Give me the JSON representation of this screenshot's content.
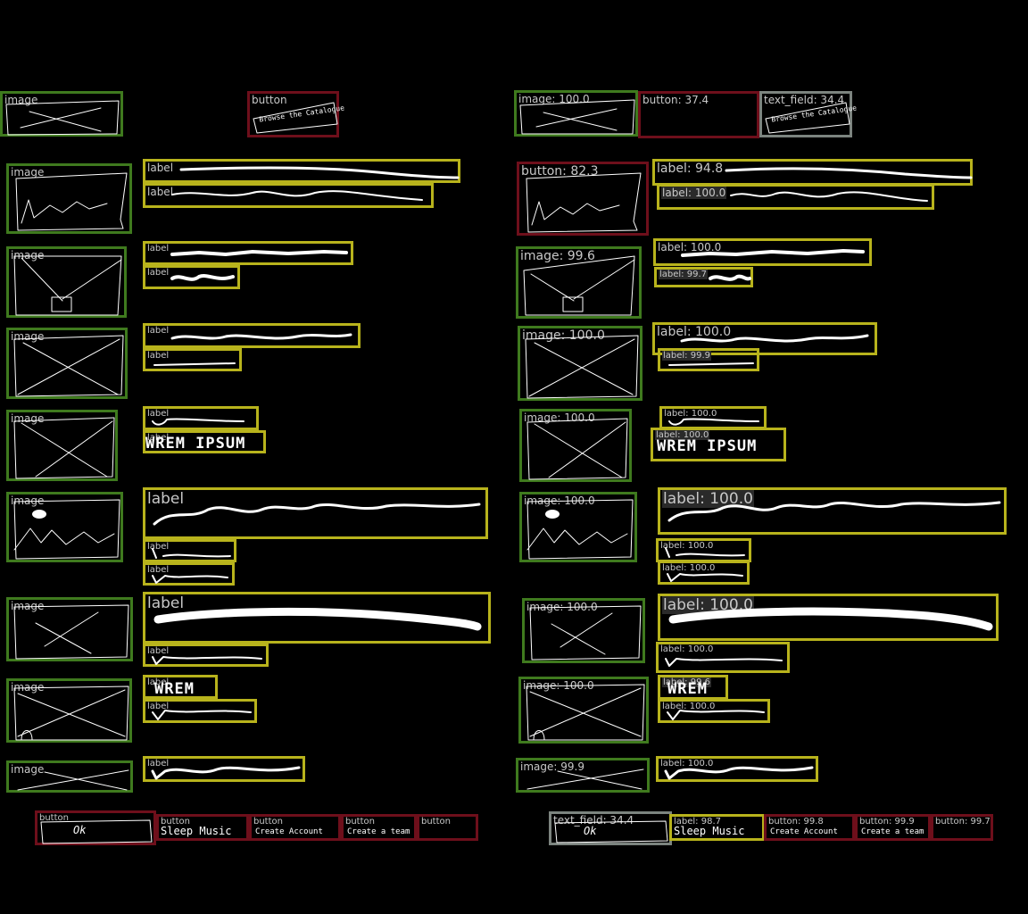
{
  "left": {
    "row0": {
      "image_tag": "image",
      "button_tag": "button"
    },
    "rows": [
      {
        "image_tag": "image",
        "label_tags": [
          "label",
          "label"
        ]
      },
      {
        "image_tag": "image",
        "label_tags": [
          "label",
          "label"
        ]
      },
      {
        "image_tag": "image",
        "label_tags": [
          "label",
          "label"
        ]
      },
      {
        "image_tag": "image",
        "label_tags": [
          "label",
          "label"
        ],
        "label_text": "WREM IPSUM"
      },
      {
        "image_tag": "image",
        "label_tags": [
          "label",
          "label",
          "label"
        ]
      },
      {
        "image_tag": "image",
        "label_tags": [
          "label",
          "label"
        ]
      },
      {
        "image_tag": "image",
        "label_tags": [
          "label",
          "label"
        ],
        "label_text": "WREM"
      },
      {
        "image_tag": "image",
        "label_tags": [
          "label"
        ]
      }
    ],
    "buttons": [
      {
        "tag": "button",
        "text": "Ok"
      },
      {
        "tag": "button",
        "text": "Sleep Music"
      },
      {
        "tag": "button",
        "text": "Create Account"
      },
      {
        "tag": "button",
        "text": "Create a team"
      },
      {
        "tag": "button",
        "text": ""
      }
    ],
    "button_row0_text": "Browse the Catalogue"
  },
  "right": {
    "row0": {
      "image_tag": "image: 100.0",
      "button_tag": "button: 37.4",
      "text_field_tag": "text_field: 34.4"
    },
    "rows": [
      {
        "primary_tag": "button: 82.3",
        "label_tags": [
          "label: 94.8",
          "label: 100.0"
        ]
      },
      {
        "primary_tag": "image: 99.6",
        "label_tags": [
          "label: 100.0",
          "label: 99.7"
        ]
      },
      {
        "primary_tag": "image: 100.0",
        "label_tags": [
          "label: 100.0",
          "label: 99.9"
        ]
      },
      {
        "primary_tag": "image: 100.0",
        "label_tags": [
          "label: 100.0",
          "label: 100.0"
        ],
        "label_text": "WREM IPSUM"
      },
      {
        "primary_tag": "image: 100.0",
        "label_tags": [
          "label: 100.0",
          "label: 100.0",
          "label: 100.0"
        ]
      },
      {
        "primary_tag": "image: 100.0",
        "label_tags": [
          "label: 100.0",
          "label: 100.0"
        ]
      },
      {
        "primary_tag": "image: 100.0",
        "label_tags": [
          "label: 99.6",
          "label: 100.0"
        ],
        "label_text": "WREM"
      },
      {
        "primary_tag": "image: 99.9",
        "label_tags": [
          "label: 100.0"
        ]
      }
    ],
    "bottom": [
      {
        "tag": "text_field: 34.4",
        "text": "Ok"
      },
      {
        "tag": "label: 98.7",
        "text": "Sleep Music"
      },
      {
        "tag": "button: 99.8",
        "text": "Create Account"
      },
      {
        "tag": "button: 99.9",
        "text": "Create a team"
      },
      {
        "tag": "button: 99.7",
        "text": ""
      }
    ]
  },
  "colors": {
    "image": "#3f7a1e",
    "label": "#b8b31c",
    "button": "#6e0f1b",
    "text_field": "#7c847f"
  }
}
